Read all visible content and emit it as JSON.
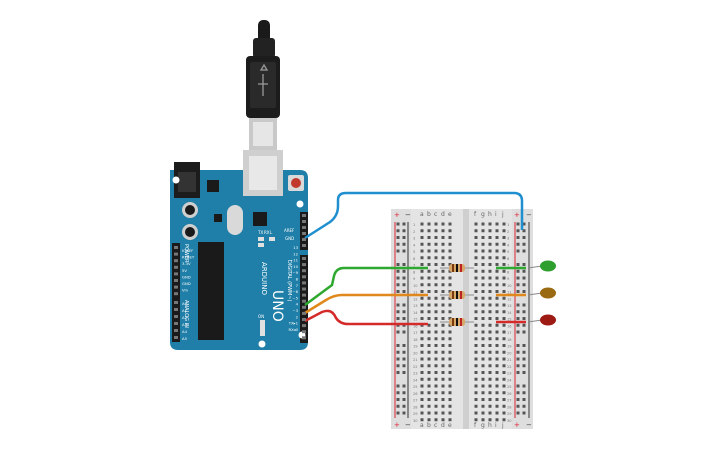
{
  "board": {
    "brand": "ARDUINO",
    "model": "UNO",
    "digital_header": "DIGITAL (PWM~)",
    "analog_header": "ANALOG IN",
    "power_header": "POWER",
    "tx_label": "TX",
    "rx_label": "RX",
    "l_label": "L",
    "on_label": "ON",
    "pin_aref": "AREF",
    "pin_gnd": "GND",
    "pins_digital": [
      "13",
      "12",
      "~11",
      "~10",
      "~9",
      "8",
      "7",
      "~6",
      "~5",
      "4",
      "~3",
      "2",
      "TX▸1",
      "RX◂0"
    ],
    "pins_power": [
      "IOREF",
      "RESET",
      "3.3V",
      "5V",
      "GND",
      "GND",
      "Vin"
    ],
    "pins_analog": [
      "A0",
      "A1",
      "A2",
      "A3",
      "A4",
      "A5"
    ]
  },
  "breadboard": {
    "columns_left": [
      "a",
      "b",
      "c",
      "d",
      "e"
    ],
    "columns_right": [
      "f",
      "g",
      "h",
      "i",
      "j"
    ],
    "plus_sign": "+",
    "minus_sign": "−",
    "rows": 30
  },
  "leds": [
    {
      "color_name": "green",
      "color": "#2e9e2e"
    },
    {
      "color_name": "orange",
      "color": "#9a6a12"
    },
    {
      "color_name": "red",
      "color": "#9e1a14"
    }
  ],
  "wires": [
    {
      "from": "GND",
      "to": "ground rail",
      "color": "#1f8fd0"
    },
    {
      "from": "pin 3",
      "to": "green LED row",
      "color": "#2ea82e"
    },
    {
      "from": "pin 2",
      "to": "orange LED row",
      "color": "#e0881c"
    },
    {
      "from": "pin 1",
      "to": "red LED row",
      "color": "#d42a2a"
    }
  ]
}
